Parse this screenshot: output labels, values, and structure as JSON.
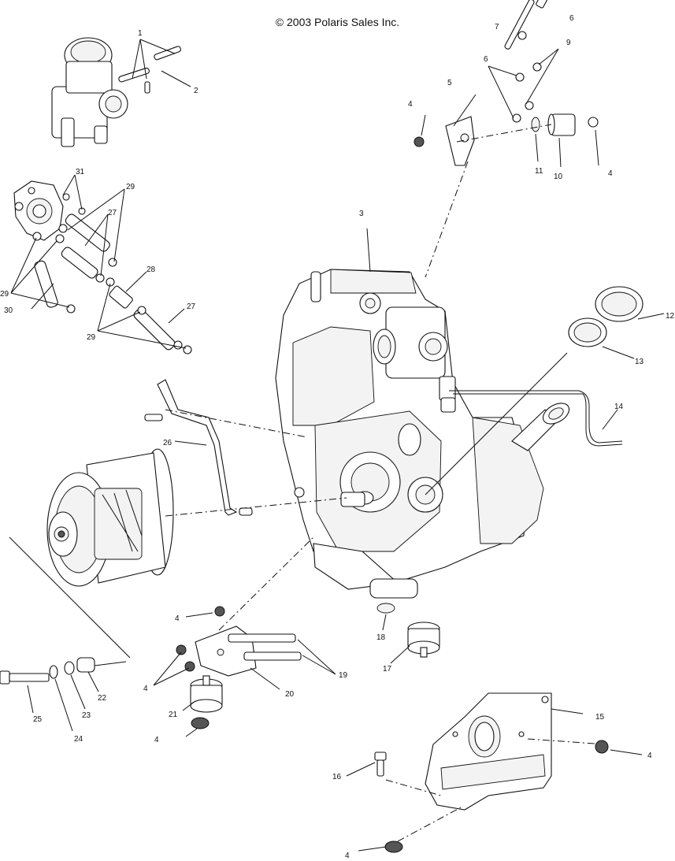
{
  "copyright": "© 2003 Polaris Sales Inc.",
  "callouts": [
    {
      "id": "c1",
      "text": "1"
    },
    {
      "id": "c2",
      "text": "2"
    },
    {
      "id": "c3",
      "text": "3"
    },
    {
      "id": "c4a",
      "text": "4"
    },
    {
      "id": "c4b",
      "text": "4"
    },
    {
      "id": "c4c",
      "text": "4"
    },
    {
      "id": "c4d",
      "text": "4"
    },
    {
      "id": "c4e",
      "text": "4"
    },
    {
      "id": "c4f",
      "text": "4"
    },
    {
      "id": "c4g",
      "text": "4"
    },
    {
      "id": "c5",
      "text": "5"
    },
    {
      "id": "c6a",
      "text": "6"
    },
    {
      "id": "c6b",
      "text": "6"
    },
    {
      "id": "c7",
      "text": "7"
    },
    {
      "id": "c9",
      "text": "9"
    },
    {
      "id": "c10",
      "text": "10"
    },
    {
      "id": "c11",
      "text": "11"
    },
    {
      "id": "c12",
      "text": "12"
    },
    {
      "id": "c13",
      "text": "13"
    },
    {
      "id": "c14",
      "text": "14"
    },
    {
      "id": "c15",
      "text": "15"
    },
    {
      "id": "c16",
      "text": "16"
    },
    {
      "id": "c17",
      "text": "17"
    },
    {
      "id": "c18",
      "text": "18"
    },
    {
      "id": "c19",
      "text": "19"
    },
    {
      "id": "c20",
      "text": "20"
    },
    {
      "id": "c21",
      "text": "21"
    },
    {
      "id": "c22",
      "text": "22"
    },
    {
      "id": "c23",
      "text": "23"
    },
    {
      "id": "c24",
      "text": "24"
    },
    {
      "id": "c25",
      "text": "25"
    },
    {
      "id": "c26",
      "text": "26"
    },
    {
      "id": "c27a",
      "text": "27"
    },
    {
      "id": "c27b",
      "text": "27"
    },
    {
      "id": "c28",
      "text": "28"
    },
    {
      "id": "c29a",
      "text": "29"
    },
    {
      "id": "c29b",
      "text": "29"
    },
    {
      "id": "c29c",
      "text": "29"
    },
    {
      "id": "c30",
      "text": "30"
    },
    {
      "id": "c31",
      "text": "31"
    }
  ]
}
